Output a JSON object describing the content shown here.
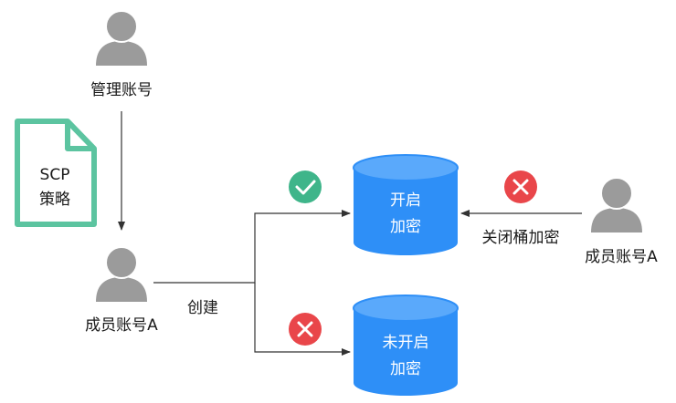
{
  "admin_account": {
    "label": "管理账号"
  },
  "policy_doc": {
    "line1": "SCP",
    "line2": "策略"
  },
  "member_account_left": {
    "label": "成员账号A"
  },
  "member_account_right": {
    "label": "成员账号A"
  },
  "create_label": "创建",
  "close_bucket_label": "关闭桶加密",
  "bucket_encrypted": {
    "line1": "开启",
    "line2": "加密"
  },
  "bucket_unencrypted": {
    "line1": "未开启",
    "line2": "加密"
  },
  "colors": {
    "person": "#9b9b9b",
    "doc_border": "#5cc4a0",
    "cylinder": "#2e8ff7",
    "cylinder_top": "#5aa9fb",
    "allowed": "#3fb58a",
    "denied": "#e9464a",
    "line": "#333333"
  }
}
